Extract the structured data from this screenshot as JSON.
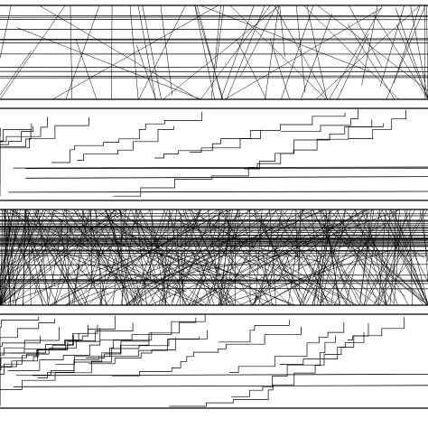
{
  "figure": {
    "ink_color": "#000000",
    "background_color": "#ffffff",
    "panels": [
      {
        "style": "criss-cross",
        "horizontal_line_count": 12,
        "diagonal_line_count": 55,
        "seed": 11
      },
      {
        "style": "staircase",
        "horizontal_line_count": 4,
        "staircase_count": 14,
        "seed": 23
      },
      {
        "style": "criss-cross",
        "horizontal_line_count": 40,
        "diagonal_line_count": 320,
        "seed": 37
      },
      {
        "style": "staircase",
        "horizontal_line_count": 2,
        "staircase_count": 24,
        "seed": 51
      }
    ]
  }
}
